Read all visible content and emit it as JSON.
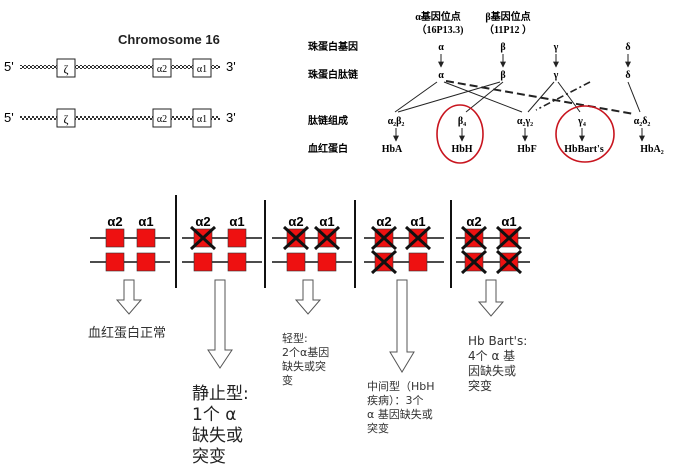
{
  "chromosome": {
    "title": "Chromosome 16",
    "end_left": "5'",
    "end_right": "3'",
    "genes": [
      "ζ",
      "α2",
      "α1"
    ]
  },
  "globin_chart": {
    "locus_alpha": {
      "line1": "α基因位点",
      "line2": "（16P13.3)"
    },
    "locus_beta": {
      "line1": "β基因位点",
      "line2": "（11P12 ）"
    },
    "row_labels": [
      "珠蛋白基因",
      "珠蛋白肽链",
      "肽链组成",
      "血红蛋白"
    ],
    "genes": [
      "α",
      "β",
      "γ",
      "δ"
    ],
    "chains": [
      "α",
      "β",
      "γ",
      "δ"
    ],
    "compositions": [
      "α₂β₂",
      "β₄",
      "α₂γ₂",
      "γ₄",
      "α₂δ₂"
    ],
    "hemoglobins": [
      "HbA",
      "HbH",
      "HbF",
      "HbBart's",
      "HbA₂"
    ],
    "highlight_color": "#c8141e"
  },
  "panels": {
    "gene_labels": [
      "α2",
      "α1"
    ],
    "box_color": "#ee1111",
    "deleted_counts": [
      0,
      1,
      2,
      3,
      4
    ]
  },
  "captions": {
    "normal": "血红蛋白正常",
    "silent": "静止型:\n1个 α\n缺失或\n突变",
    "mild": "轻型:\n2个α基因\n缺失或突\n变",
    "hbh": "中间型（HbH\n疾病）：3个\nα 基因缺失或\n突变",
    "bart": "Hb Bart's:\n4个 α 基\n因缺失或\n突变"
  }
}
